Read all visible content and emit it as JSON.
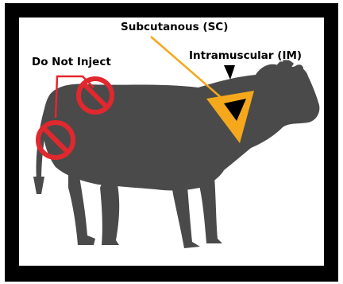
{
  "labels": {
    "subcutaneous": "Subcutanous (SC)",
    "intramuscular": "Intramuscular (IM)",
    "do_not_inject": "Do Not Inject"
  },
  "colors": {
    "frame": "#000000",
    "cow": "#4a4a4a",
    "subcutaneous_zone": "#f5a81c",
    "intramuscular_zone": "#000000",
    "prohibited": "#e0282e",
    "pointer_line_sc": "#f5a81c",
    "pointer_line_dni": "#e0282e"
  },
  "icons": {
    "prohibited": "no-symbol-icon",
    "animal": "cow-silhouette"
  }
}
